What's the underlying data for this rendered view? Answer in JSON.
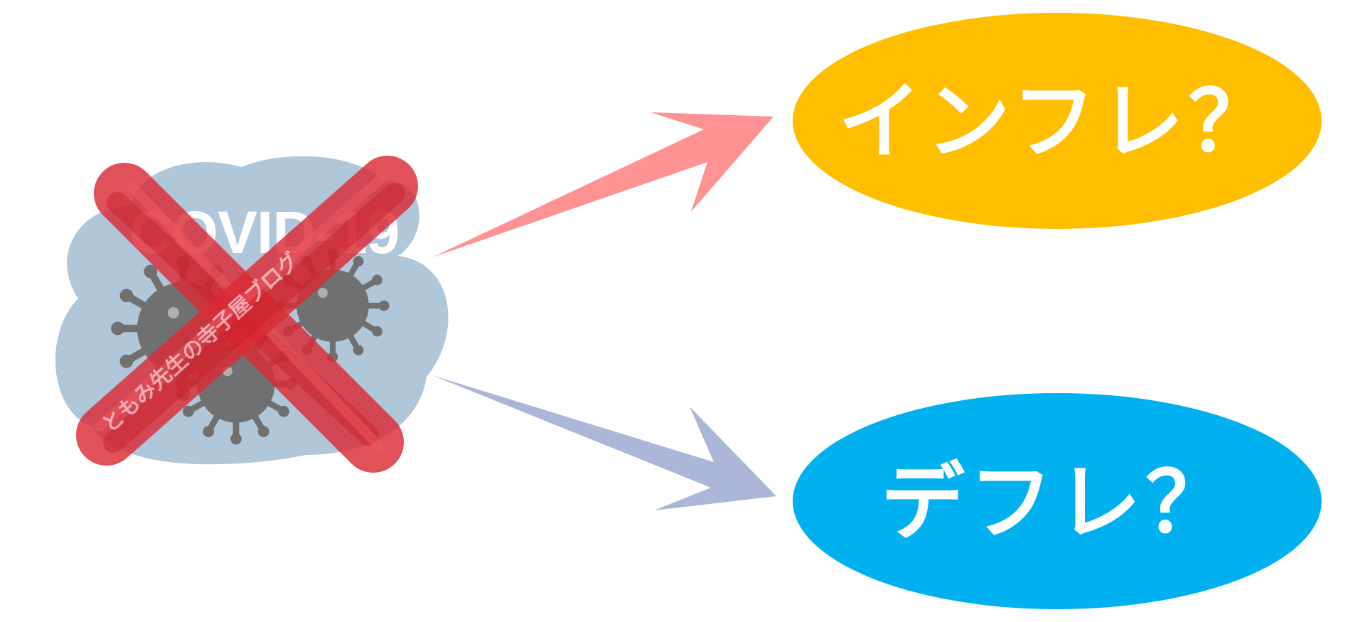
{
  "covid_cloud": {
    "title": "COVID-19",
    "watermark": "ともみ先生の寺子屋ブログ",
    "crossed_out": true
  },
  "outcomes": [
    {
      "label": "インフレ？",
      "color": "#ffbf00"
    },
    {
      "label": "デフレ？",
      "color": "#00b0ef"
    }
  ],
  "colors": {
    "cloud": "#b0c7da",
    "virus": "#707070",
    "cross": "#d92b35",
    "arrow_up": "#ff8a8a",
    "arrow_down": "#aab7d6"
  },
  "icons": [
    "virus-icon",
    "cross-mark-icon"
  ]
}
